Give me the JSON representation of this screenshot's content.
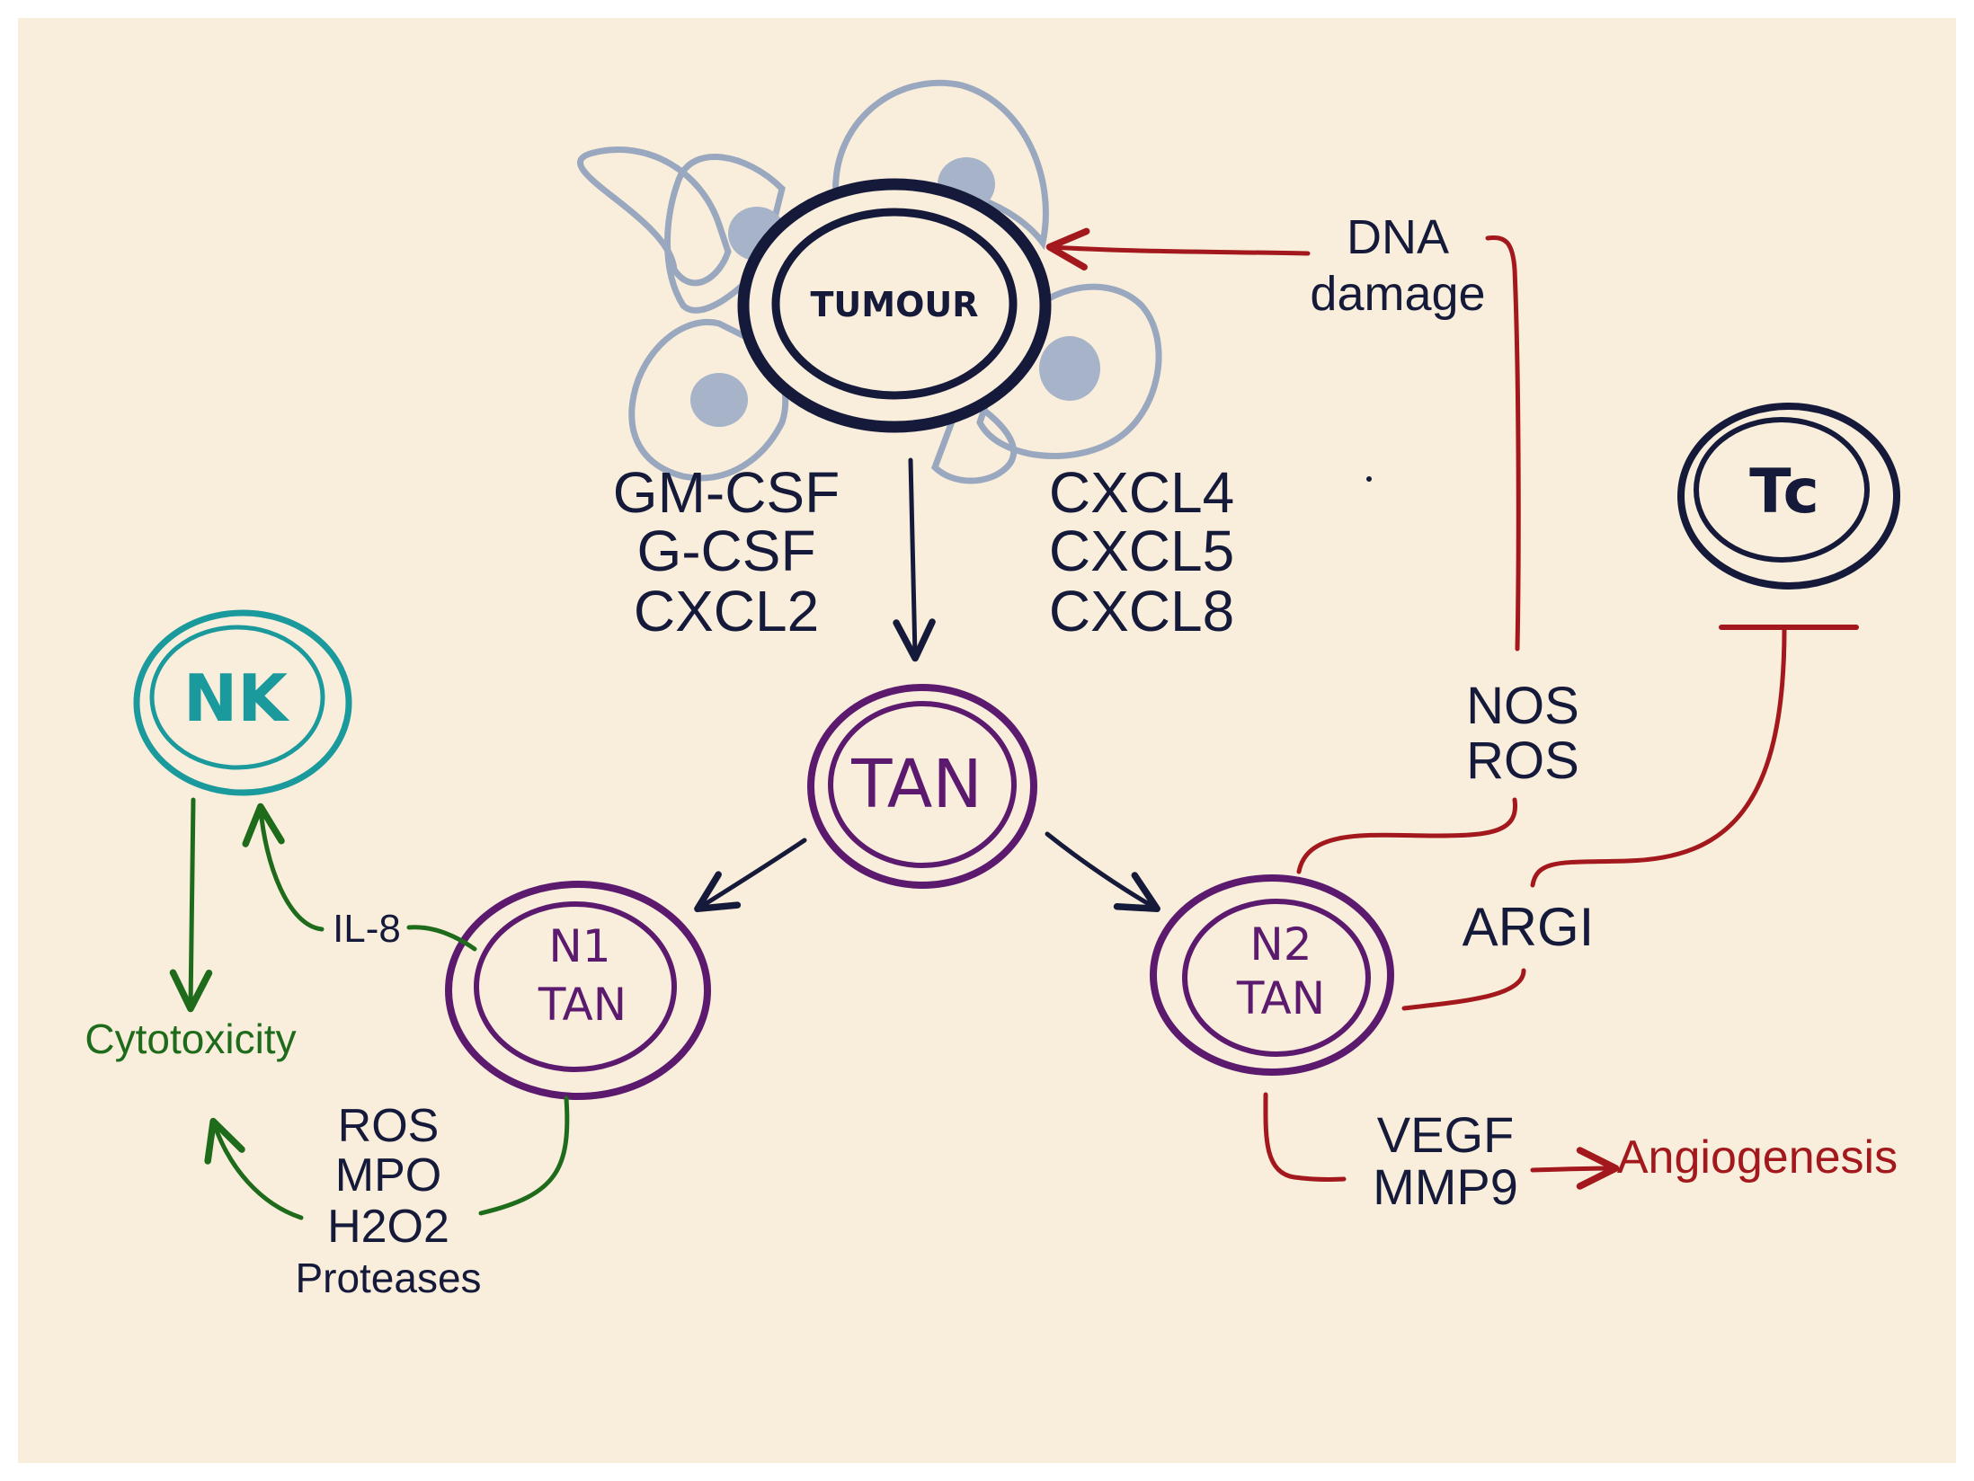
{
  "colors": {
    "background": "#f9eedb",
    "frame": "#ffffff",
    "navy": "#161a3a",
    "purple": "#5c1a6e",
    "teal": "#1a9a9c",
    "green": "#1f6b1c",
    "red": "#a3181c",
    "tumour_cells": "#9aa8bf",
    "nuclei": "#a6b3c8"
  },
  "nodes": {
    "tumour": "TUMOUR",
    "tan": "TAN",
    "nk": "NK",
    "tc": "Tc",
    "n1_line1": "N1",
    "n1_line2": "TAN",
    "n2_line1": "N2",
    "n2_line2": "TAN"
  },
  "labels": {
    "left_cytokines": [
      "GM-CSF",
      "G-CSF",
      "CXCL2"
    ],
    "right_cytokines": [
      "CXCL4",
      "CXCL5",
      "CXCL8"
    ],
    "dna_damage": [
      "DNA",
      "damage"
    ],
    "nos_ros": [
      "NOS",
      "ROS"
    ],
    "argi": "ARGI",
    "il8": "IL-8",
    "cytotoxicity": "Cytotoxicity",
    "n1_products": [
      "ROS",
      "MPO",
      "H2O2",
      "Proteases"
    ],
    "vegf_mmp9": [
      "VEGF",
      "MMP9"
    ],
    "angiogenesis": "Angiogenesis"
  }
}
